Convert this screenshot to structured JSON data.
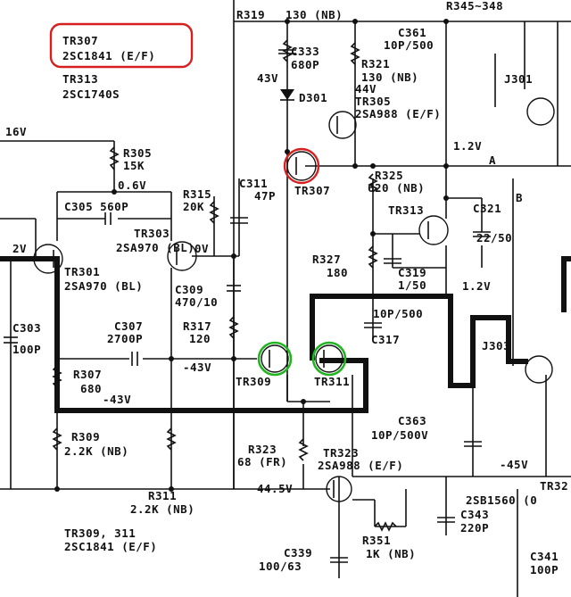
{
  "labels": {
    "r319": "R319",
    "r319_val": "130 (NB)",
    "r345": "R345~348",
    "tr307_callout_1": "TR307",
    "tr307_callout_2": "2SC1841 (E/F)",
    "tr313_callout_1": "TR313",
    "tr313_callout_2": "2SC1740S",
    "v16": "16V",
    "c333": "C333",
    "c333_val": "680P",
    "r321": "R321",
    "r321_val": "130 (NB)",
    "c361": "C361",
    "c361_val": "10P/500",
    "v43": "43V",
    "v44": "44V",
    "d301": "D301",
    "tr305": "TR305",
    "tr305_val": "2SA988 (E/F)",
    "j301": "J301",
    "r305": "R305",
    "r305_val": "15K",
    "v1_2": "1.2V",
    "v0_6": "0.6V",
    "tr307": "TR307",
    "r325": "R325",
    "r325_val": "620 (NB)",
    "a": "A",
    "b": "B",
    "c311": "C311",
    "c311_val": "47P",
    "r315": "R315",
    "r315_val": "20K",
    "c305": "C305 560P",
    "tr303": "TR303",
    "tr303_val": "2SA970 (BL)",
    "tr313": "TR313",
    "c321": "C321",
    "c321_val": "22/50",
    "v_left": "2V",
    "v0": "0V",
    "tr301": "TR301",
    "tr301_val": "2SA970 (BL)",
    "c309": "C309",
    "c309_val": "470/10",
    "r327": "R327",
    "r327_val": "180",
    "c319": "C319",
    "c319_val": "1/50",
    "v1_2b": "1.2V",
    "c303": "C303",
    "c303_val": "100P",
    "c307": "C307",
    "c307_val": "2700P",
    "r317": "R317",
    "r317_val": "120",
    "c10p500": "10P/500",
    "c317": "C317",
    "j303": "J303",
    "r307": "R307",
    "r307_val": "680",
    "vm43": "-43V",
    "vm43b": "-43V",
    "tr309": "TR309",
    "tr311": "TR311",
    "c363": "C363",
    "c363_val": "10P/500V",
    "r309": "R309",
    "r309_val": "2.2K (NB)",
    "r323": "R323",
    "r323_val": "68 (FR)",
    "tr323": "TR323",
    "tr323_val": "2SA988 (E/F)",
    "vm45": "-45V",
    "v44_5": "44.5V",
    "tr32x": "TR32",
    "sb1560": "2SB1560 (0",
    "r311": "R311",
    "r311_val": "2.2K (NB)",
    "c343": "C343",
    "c343_val": "220P",
    "tr309_311_1": "TR309, 311",
    "tr309_311_2": "2SC1841 (E/F)",
    "r351": "R351",
    "r351_val": "1K (NB)",
    "c339": "C339",
    "c339_val": "100/63",
    "c341": "C341",
    "c341_val": "100P"
  },
  "highlights": {
    "callout_color": "#d62020",
    "transistor_red": "#d62020",
    "transistor_green": "#22b522"
  }
}
